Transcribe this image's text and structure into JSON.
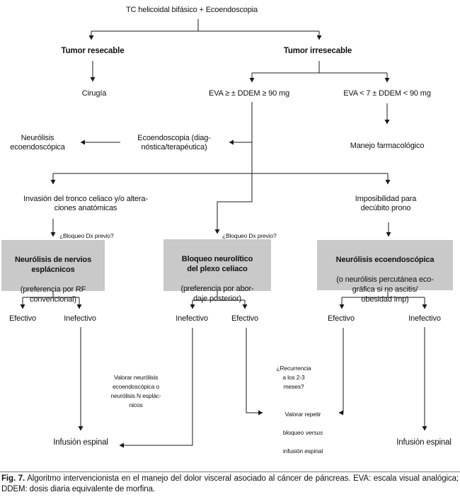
{
  "figure": {
    "nodes": {
      "title": "TC helicoidal bifásico + Ecoendoscopia",
      "tumor_resecable": "Tumor resecable",
      "tumor_irresecable": "Tumor irresecable",
      "cirugia": "Cirugía",
      "eva_alto": "EVA ≥ ± DDEM ≥ 90 mg",
      "eva_bajo": "EVA < 7 ± DDEM < 90 mg",
      "neurolisis_ecoendoscopica": [
        "Neurólisis",
        "ecoendoscópica"
      ],
      "ecoendoscopia": [
        "Ecoendoscopia (diag-",
        "nóstica/terapéutica)"
      ],
      "manejo_farmacologico": "Manejo farmacológico",
      "invasion_tronco": [
        "Invasión del tronco celiaco y/o altera-",
        "ciones anatómicas"
      ],
      "imposibilidad_decubito": [
        "Imposibilidad para",
        "decúbito prono"
      ],
      "bloqueo_dx_previo_1": "¿Bloqueo Dx previo?",
      "bloqueo_dx_previo_2": "¿Bloqueo Dx previo?",
      "box_esplacnicos": {
        "title": [
          "Neurólisis de nervios",
          "esplácnicos"
        ],
        "subtitle": [
          "(preferencia por RF",
          "convencional)"
        ]
      },
      "box_plexo_celiaco": {
        "title": [
          "Bloqueo neurolítico",
          "del plexo celiaco"
        ],
        "subtitle": [
          "(preferencia por abor-",
          "daje posterior)"
        ]
      },
      "box_ecoendoscopica": {
        "title": [
          "Neurólisis ecoendoscópica"
        ],
        "subtitle": [
          "(o neurólisis percutánea eco-",
          "gráfica si no ascitis/",
          "obesidad imp)"
        ]
      },
      "efectivo_1": "Efectivo",
      "inefectivo_1": "Inefectivo",
      "inefectivo_2": "Inefectivo",
      "efectivo_2": "Efectivo",
      "efectivo_3": "Efectivo",
      "inefectivo_3": "Inefectivo",
      "valorar_neurolisis": [
        "Valorar neurólisis",
        "ecoendoscópica o",
        "neurólisis N esplác-",
        "nicos"
      ],
      "recurrencia": [
        "¿Recurrencia",
        "a los 2-3",
        "meses?"
      ],
      "valorar_repetir": {
        "line1": "Valorar repetir",
        "line2_pre": "bloqueo",
        "line2_italic": "versus",
        "line3": "infusión espinal"
      },
      "infusion_espinal_left": "Infusión espinal",
      "infusion_espinal_right": "Infusión espinal"
    },
    "caption": {
      "label": "Fig. 7.",
      "text": "Algoritmo intervencionista en el manejo del dolor visceral asociado al cáncer de páncreas. EVA: escala visual analógica; DDEM: dosis diaria equivalente de morfina."
    },
    "colors": {
      "box_fill": "#c9c9c9",
      "line": "#1a1a1a",
      "text": "#111111"
    }
  }
}
